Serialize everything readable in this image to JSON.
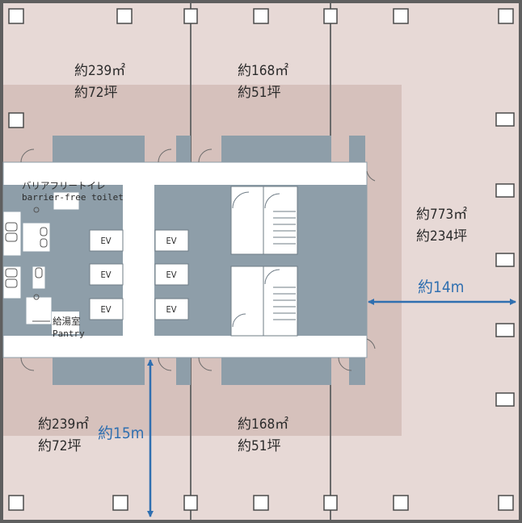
{
  "colors": {
    "outer_floor": "#e7d9d6",
    "inner_floor": "#d6c1bc",
    "core": "#8e9ea9",
    "corridor": "#ffffff",
    "wall": "#5f5f5f",
    "dimension": "#2f6fb0"
  },
  "areas": {
    "top_left": {
      "sqm": "約239㎡",
      "tsubo": "約72坪"
    },
    "top_center": {
      "sqm": "約168㎡",
      "tsubo": "約51坪"
    },
    "right": {
      "sqm": "約773㎡",
      "tsubo": "約234坪"
    },
    "bottom_left": {
      "sqm": "約239㎡",
      "tsubo": "約72坪"
    },
    "bottom_center": {
      "sqm": "約168㎡",
      "tsubo": "約51坪"
    }
  },
  "dimensions": {
    "horizontal": "約14m",
    "vertical": "約15m"
  },
  "core": {
    "toilet_jp": "バリアフリートイレ",
    "toilet_en": "barrier-free toilet",
    "pantry_jp": "給湯室",
    "pantry_en": "Pantry",
    "elevators": [
      "EV",
      "EV",
      "EV",
      "EV",
      "EV",
      "EV"
    ]
  }
}
